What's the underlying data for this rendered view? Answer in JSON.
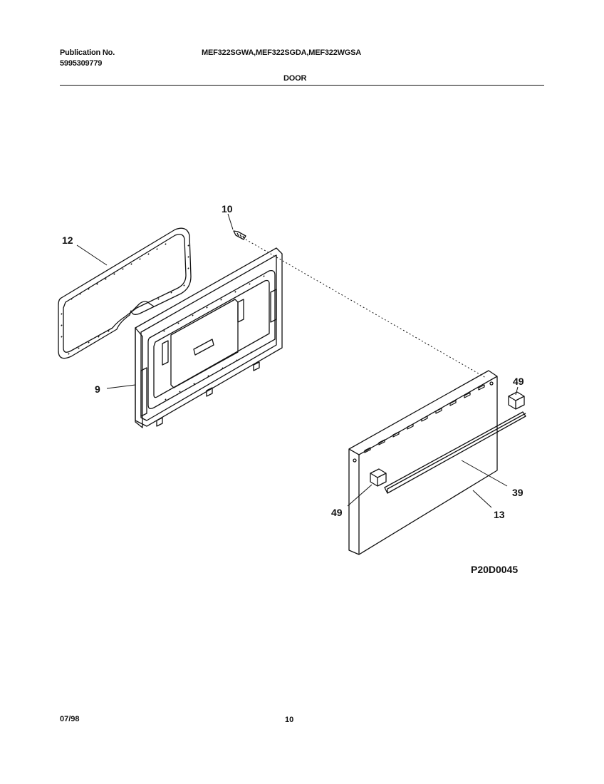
{
  "header": {
    "publication_label": "Publication No.",
    "publication_number": "5995309779",
    "models": "MEF322SGWA,MEF322SGDA,MEF322WGSA",
    "section_title": "DOOR"
  },
  "diagram": {
    "callouts": [
      "10",
      "12",
      "9",
      "49",
      "39",
      "13",
      "49"
    ],
    "drawing_code": "P20D0045"
  },
  "footer": {
    "date": "07/98",
    "page_number": "10"
  }
}
